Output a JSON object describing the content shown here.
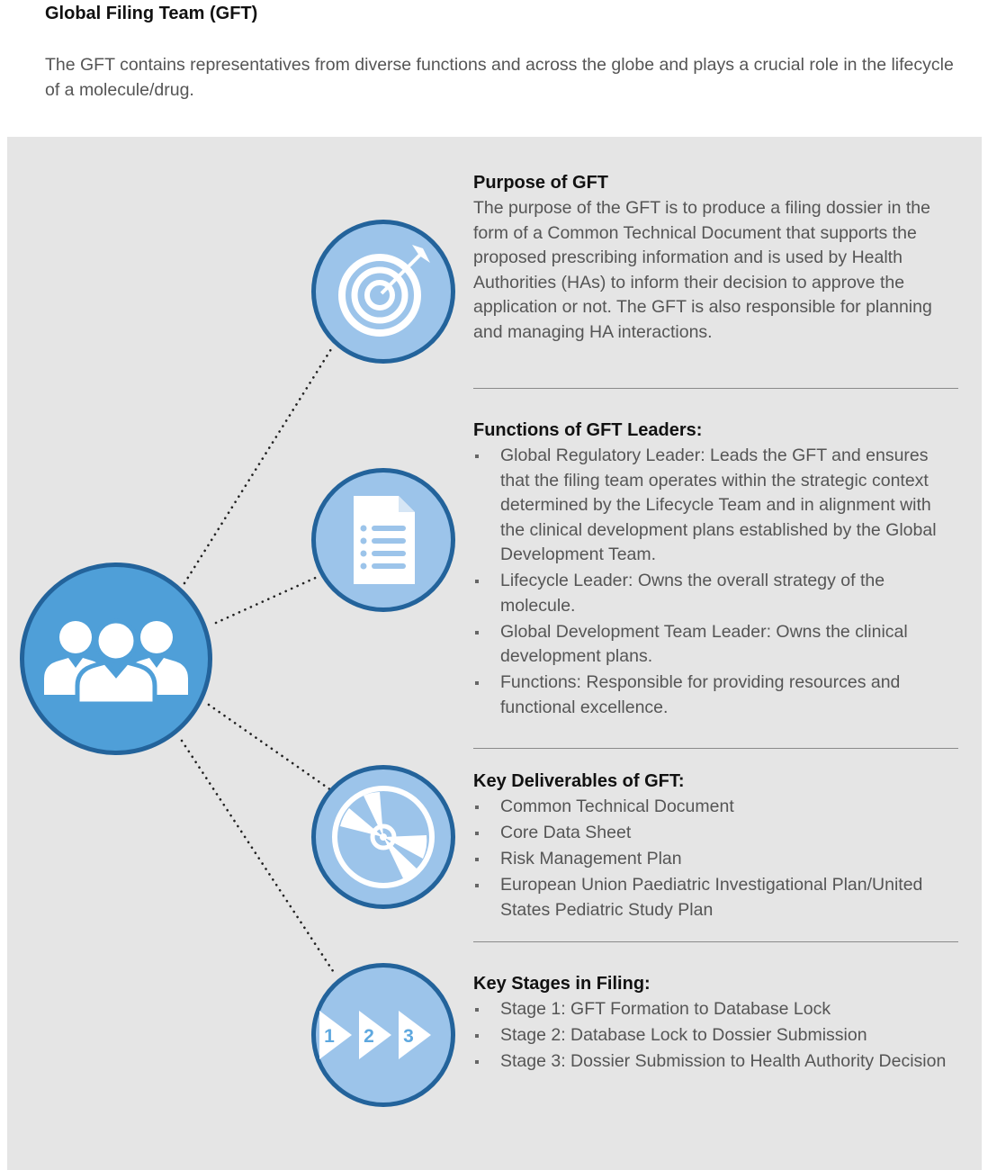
{
  "header": {
    "title": "Global Filing Team (GFT)",
    "intro": "The GFT contains representatives from diverse functions and across the globe and plays a crucial role in the lifecycle of a molecule/drug."
  },
  "icons": {
    "hub": "team-icon",
    "purpose": "target-icon",
    "functions": "document-list-icon",
    "deliverables": "disc-icon",
    "stages": "stages-icon"
  },
  "colors": {
    "panel_bg": "#e5e5e5",
    "hub_fill": "#4f9fd8",
    "node_fill": "#9cc4ea",
    "ring": "#23639b",
    "icon": "#ffffff"
  },
  "stages_icon_numbers": [
    "1",
    "2",
    "3"
  ],
  "sections": {
    "purpose": {
      "heading": "Purpose of GFT",
      "body": "The purpose of the GFT is to produce a filing dossier in the form of a Common Technical Document that supports the proposed prescribing information and is used by Health Authorities (HAs) to inform their decision to approve the application or not. The GFT is also responsible for planning and managing HA interactions."
    },
    "functions": {
      "heading": "Functions of GFT Leaders:",
      "items": [
        "Global Regulatory Leader: Leads the GFT and ensures that the filing team operates within the strategic context determined by the Lifecycle Team and in alignment with the clinical development plans established by the Global Development Team.",
        "Lifecycle Leader: Owns the overall strategy of the molecule.",
        "Global Development Team Leader: Owns the clinical development plans.",
        "Functions: Responsible for providing resources and functional excellence."
      ]
    },
    "deliverables": {
      "heading": "Key Deliverables of GFT:",
      "items": [
        "Common Technical Document",
        "Core Data Sheet",
        "Risk Management Plan",
        "European Union Paediatric Investigational Plan/United States Pediatric Study Plan"
      ]
    },
    "stages": {
      "heading": "Key Stages in Filing:",
      "items": [
        "Stage 1: GFT Formation to Database Lock",
        "Stage 2: Database Lock to Dossier Submission",
        "Stage 3: Dossier Submission to Health Authority Decision"
      ]
    }
  }
}
